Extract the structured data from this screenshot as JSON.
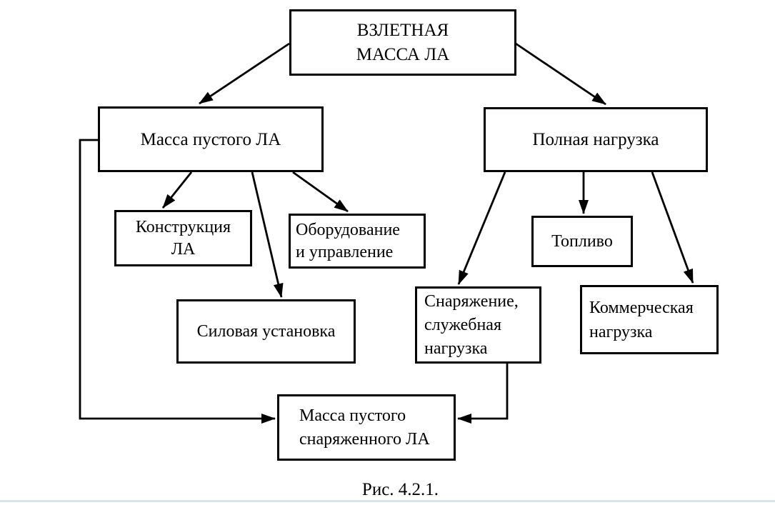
{
  "figure": {
    "caption": "Рис. 4.2.1."
  },
  "colors": {
    "background": "#ffffff",
    "box_border": "#000000",
    "line": "#000000",
    "text": "#000000",
    "bottom_rule": "#d9e3ea"
  },
  "nodes": {
    "takeoff_mass": {
      "label": "ВЗЛЕТНАЯ МАССА ЛА",
      "lines": [
        "ВЗЛЕТНАЯ",
        "МАССА ЛА"
      ]
    },
    "empty_mass": {
      "label": "Масса пустого ЛА",
      "lines": [
        "Масса пустого ЛА"
      ]
    },
    "full_load": {
      "label": "Полная нагрузка",
      "lines": [
        "Полная нагрузка"
      ]
    },
    "structure": {
      "label": "Конструкция ЛА",
      "lines": [
        "Конструкция",
        "ЛА"
      ]
    },
    "equipment_control": {
      "label": "Оборудование и управление",
      "lines": [
        "Оборудование",
        "и управление"
      ]
    },
    "power_plant": {
      "label": "Силовая установка",
      "lines": [
        "Силовая установка"
      ]
    },
    "fuel": {
      "label": "Топливо",
      "lines": [
        "Топливо"
      ]
    },
    "gear_service_load": {
      "label": "Снаряжение, служебная нагрузка",
      "lines": [
        "Снаряжение,",
        "служебная",
        "нагрузка"
      ]
    },
    "commercial_load": {
      "label": "Коммерческая нагрузка",
      "lines": [
        "Коммерческая",
        "нагрузка"
      ]
    },
    "empty_equipped_mass": {
      "label": "Масса пустого снаряженного ЛА",
      "lines": [
        "Масса пустого",
        "снаряженного ЛА"
      ]
    }
  },
  "edges": [
    {
      "from": "takeoff_mass",
      "to": "empty_mass"
    },
    {
      "from": "takeoff_mass",
      "to": "full_load"
    },
    {
      "from": "empty_mass",
      "to": "structure"
    },
    {
      "from": "empty_mass",
      "to": "equipment_control"
    },
    {
      "from": "empty_mass",
      "to": "power_plant"
    },
    {
      "from": "full_load",
      "to": "gear_service_load"
    },
    {
      "from": "full_load",
      "to": "fuel"
    },
    {
      "from": "full_load",
      "to": "commercial_load"
    },
    {
      "from": "empty_mass",
      "to": "empty_equipped_mass"
    },
    {
      "from": "gear_service_load",
      "to": "empty_equipped_mass"
    }
  ]
}
